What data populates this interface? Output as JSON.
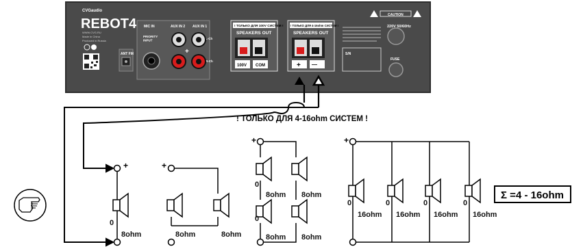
{
  "panel": {
    "brand": "CVGaudio",
    "model": "REBOT4",
    "maker_lines": [
      "WWW.CVG.RU",
      "Made in China",
      "Produced in Russia"
    ],
    "ant_fm": "ANT FM",
    "mic_in": "MIC IN",
    "priority_input": "PRIORITY\nINPUT",
    "aux_in_2": "AUX IN 2",
    "aux_in_1": "AUX IN 1",
    "l_ch": "L-Ch",
    "r_ch": "R-Ch",
    "speakers_100v_banner": "! ТОЛЬКО ДЛЯ 100V СИСТЕМ !",
    "speakers_ohm_banner": "! ТОЛЬКО ДЛЯ 4-16ohm СИСТЕМ !",
    "speakers_out": "SPEAKERS OUT",
    "term_100v": "100V",
    "term_com": "COM",
    "term_plus": "+",
    "term_minus": "—",
    "caution": "CAUTION",
    "power": "220V 50/60Hz",
    "sn": "S/N",
    "fuse": "FUSE"
  },
  "headline": "! ТОЛЬКО ДЛЯ 4-16ohm СИСТЕМ !",
  "impedance_note": "Σ =4 - 16ohm",
  "terminal_plus": "+",
  "speaker_symbol": "0",
  "groups": [
    {
      "speakers": [
        "8ohm"
      ]
    },
    {
      "speakers": [
        "8ohm",
        "8ohm"
      ]
    },
    {
      "speakers": [
        "8ohm",
        "8ohm",
        "8ohm",
        "8ohm"
      ]
    },
    {
      "speakers": [
        "16ohm",
        "16ohm",
        "16ohm",
        "16ohm"
      ]
    }
  ],
  "icons": [
    "hand-pointing-icon",
    "speaker-icon",
    "caution-triangle-icon",
    "qr-code-icon"
  ]
}
